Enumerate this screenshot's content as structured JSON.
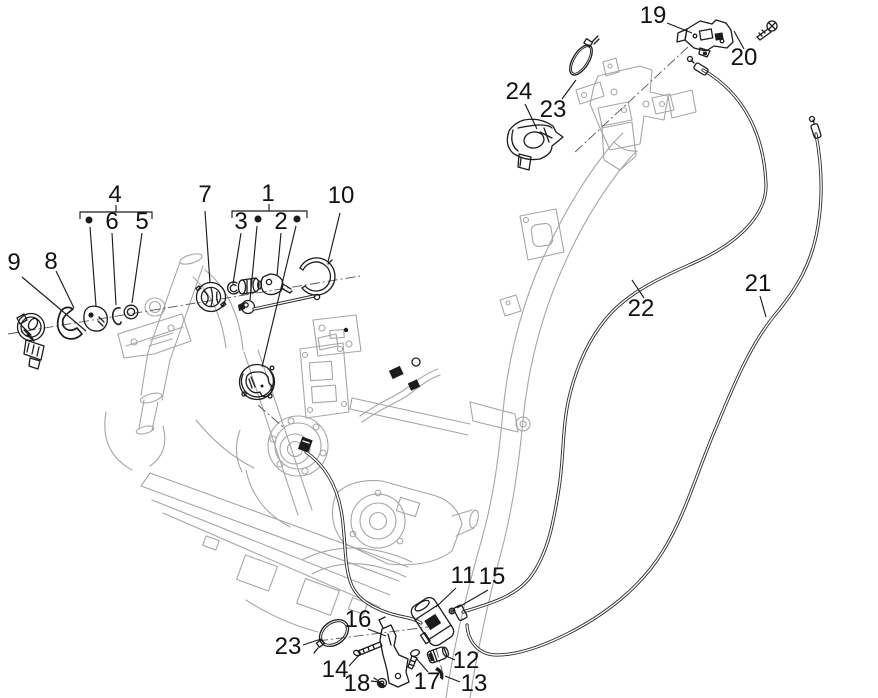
{
  "diagram": {
    "colors": {
      "background": "#ffffff",
      "part_line": "#1c1c1c",
      "frame_line": "#a6a6a6",
      "label_text": "#111111"
    },
    "callouts": {
      "c1": "1",
      "c2": "2",
      "c3": "3",
      "c4": "4",
      "c5": "5",
      "c6": "6",
      "c7": "7",
      "c8": "8",
      "c9": "9",
      "c10": "10",
      "c11": "11",
      "c12": "12",
      "c13": "13",
      "c14": "14",
      "c15": "15",
      "c16": "16",
      "c17": "17",
      "c18": "18",
      "c19": "19",
      "c20": "20",
      "c21": "21",
      "c22": "22",
      "c23a": "23",
      "c23b": "23",
      "c24": "24"
    }
  }
}
